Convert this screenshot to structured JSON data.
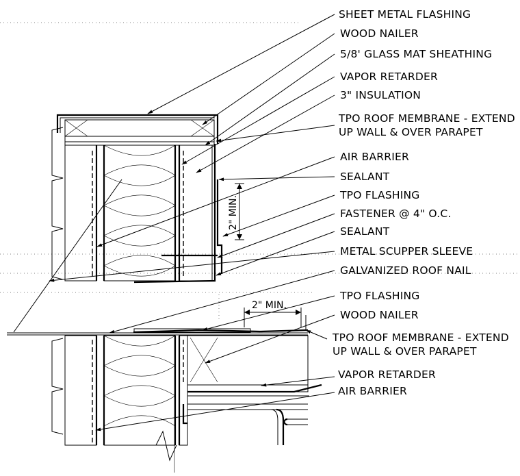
{
  "upper_callouts": [
    "SHEET METAL FLASHING",
    "WOOD NAILER",
    "5/8' GLASS MAT SHEATHING",
    "VAPOR RETARDER",
    "3\" INSULATION",
    "TPO ROOF MEMBRANE - EXTEND",
    "UP WALL & OVER PARAPET",
    "AIR BARRIER",
    "SEALANT",
    "TPO FLASHING",
    "FASTENER @ 4\" O.C.",
    "SEALANT",
    "METAL SCUPPER SLEEVE",
    "GALVANIZED ROOF NAIL"
  ],
  "lower_callouts": [
    "TPO FLASHING",
    "WOOD NAILER",
    "TPO ROOF MEMBRANE - EXTEND",
    "UP WALL & OVER PARAPET",
    "VAPOR RETARDER",
    "AIR BARRIER"
  ],
  "dimensions": {
    "vertical": "2\" MIN.",
    "horizontal": "2\" MIN."
  }
}
